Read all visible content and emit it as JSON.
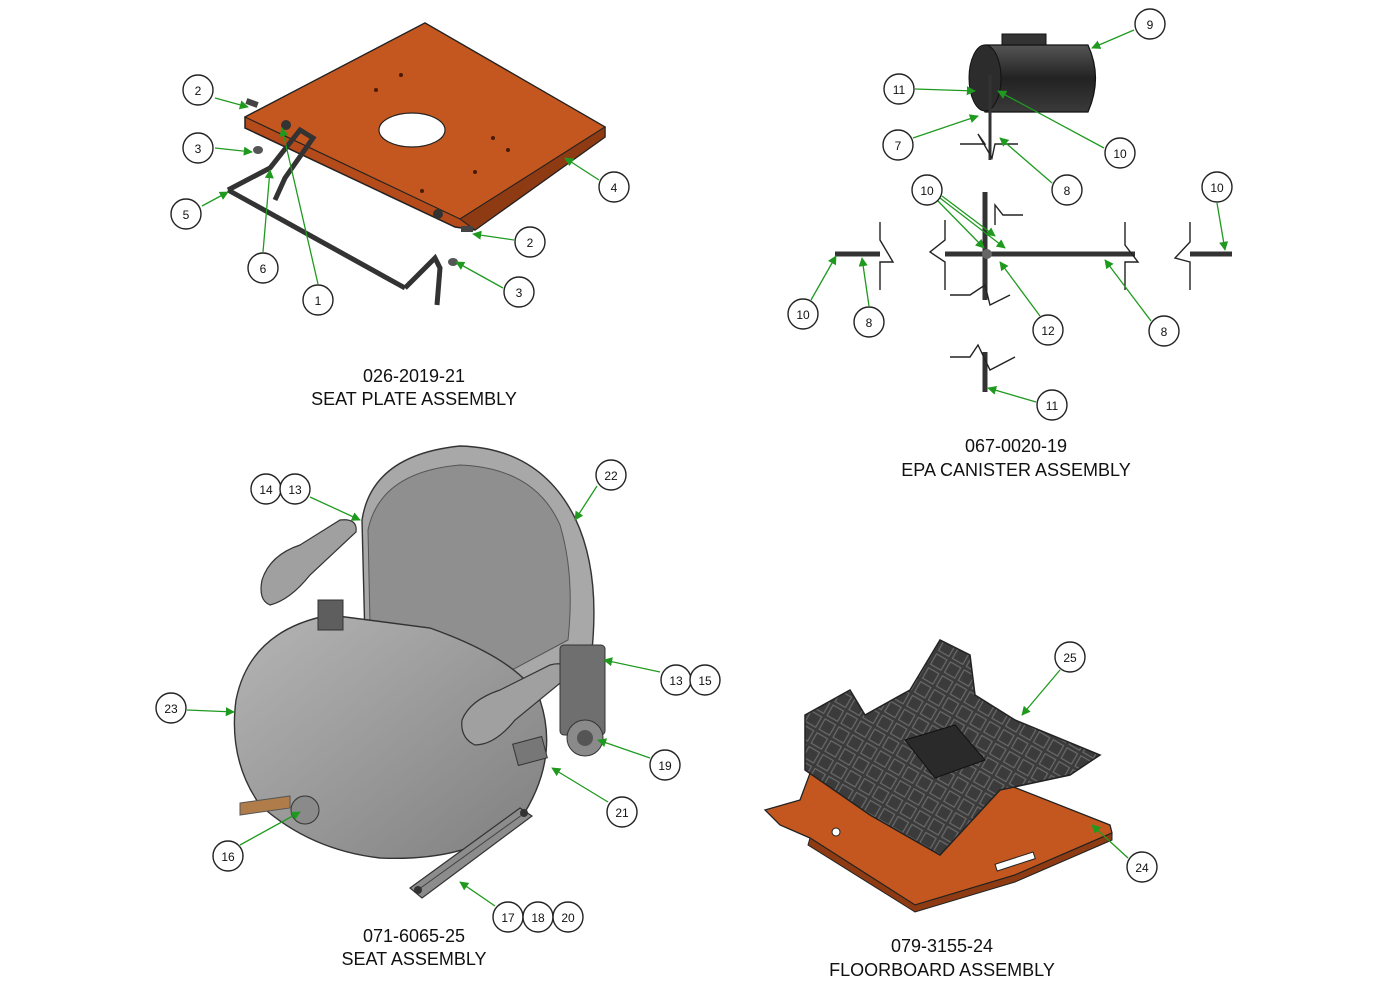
{
  "colors": {
    "leader_green": "#1f9a1f",
    "orange_plate": "#c4571f",
    "seat_gray": "#9a9a9a",
    "mat_dark": "#3b3b3b"
  },
  "assemblies": [
    {
      "id": "seat_plate",
      "part_number": "026-2019-21",
      "name": "SEAT PLATE ASSEMBLY"
    },
    {
      "id": "epa_canister",
      "part_number": "067-0020-19",
      "name": "EPA CANISTER ASSEMBLY"
    },
    {
      "id": "seat",
      "part_number": "071-6065-25",
      "name": "SEAT ASSEMBLY"
    },
    {
      "id": "floorboard",
      "part_number": "079-3155-24",
      "name": "FLOORBOARD ASSEMBLY"
    }
  ],
  "callouts": {
    "seat_plate": [
      "2",
      "3",
      "5",
      "6",
      "1",
      "4",
      "2",
      "3"
    ],
    "epa_canister": [
      "9",
      "11",
      "7",
      "10",
      "8",
      "10",
      "10",
      "10",
      "8",
      "12",
      "8",
      "11"
    ],
    "seat": [
      "14",
      "13",
      "22",
      "23",
      "13",
      "15",
      "19",
      "21",
      "16",
      "17",
      "18",
      "20"
    ],
    "floorboard": [
      "25",
      "24"
    ]
  }
}
